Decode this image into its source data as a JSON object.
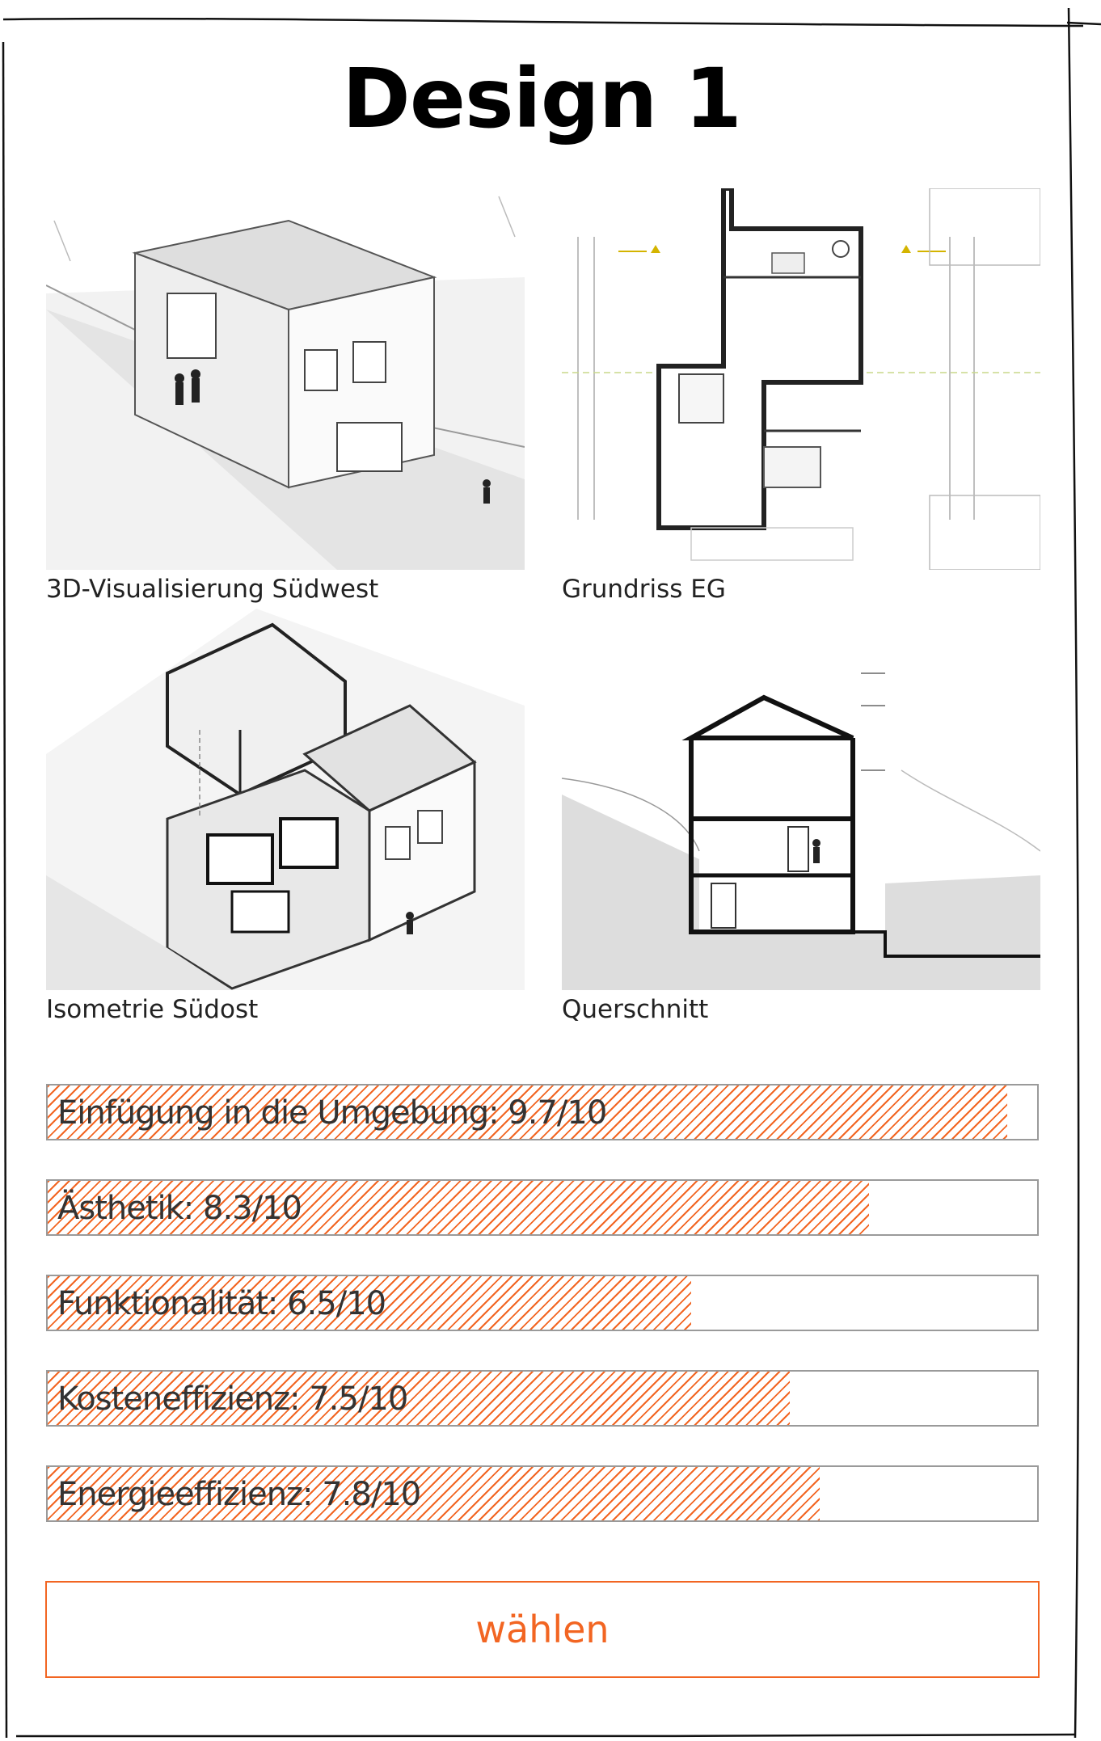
{
  "page": {
    "title": "Design 1"
  },
  "gallery": [
    {
      "caption": "3D-Visualisierung Südwest"
    },
    {
      "caption": "Grundriss EG"
    },
    {
      "caption": "Isometrie Südost"
    },
    {
      "caption": "Querschnitt"
    }
  ],
  "ratings": [
    {
      "label": "Einfügung in die Umgebung: 9.7/10",
      "value": 9.7,
      "max": 10
    },
    {
      "label": "Ästhetik: 8.3/10",
      "value": 8.3,
      "max": 10
    },
    {
      "label": "Funktionalität: 6.5/10",
      "value": 6.5,
      "max": 10
    },
    {
      "label": "Kosteneffizienz: 7.5/10",
      "value": 7.5,
      "max": 10
    },
    {
      "label": "Energieeffizienz: 7.8/10",
      "value": 7.8,
      "max": 10
    }
  ],
  "actions": {
    "choose_label": "wählen"
  },
  "colors": {
    "accent": "#f26522",
    "bar_border": "#9a9a9a",
    "text": "#1a1a1a"
  }
}
